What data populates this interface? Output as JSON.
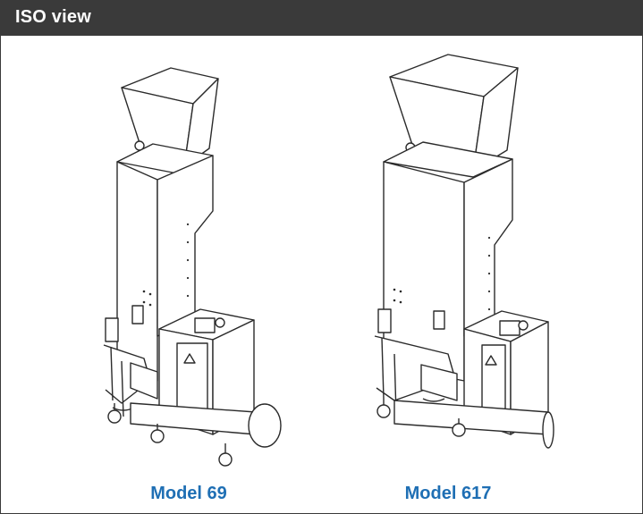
{
  "header": {
    "title": "ISO view"
  },
  "models": [
    {
      "caption": "Model 69",
      "drawing_icon": "granulator-drawing-icon"
    },
    {
      "caption": "Model 617",
      "drawing_icon": "granulator-drawing-icon"
    }
  ],
  "colors": {
    "header_bg": "#3a3a3a",
    "header_text": "#ffffff",
    "caption": "#1f6fb4",
    "line": "#2b2b2b"
  }
}
